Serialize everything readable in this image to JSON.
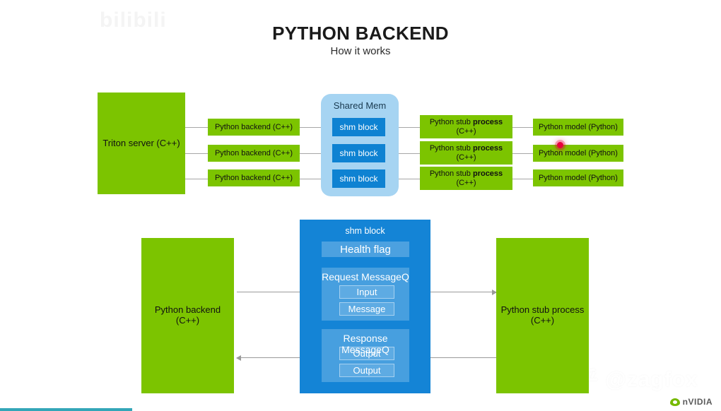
{
  "slide": {
    "title": "PYTHON BACKEND",
    "subtitle": "How it works"
  },
  "watermarks": {
    "bilibili_text": "bilibili",
    "zhihu_cjk": "知乎",
    "zhihu_handle": "@zagfox",
    "nvidia_text": "nVIDIA",
    "tv_icon": "bilibili-tv-icon"
  },
  "player": {
    "progress_percent": 18.3
  },
  "top_diagram": {
    "triton": {
      "label": "Triton server (C++)"
    },
    "backends": [
      {
        "label": "Python backend (C++)"
      },
      {
        "label": "Python backend (C++)"
      },
      {
        "label": "Python backend (C++)"
      }
    ],
    "shared_mem": {
      "title": "Shared Mem",
      "blocks": [
        {
          "label": "shm block"
        },
        {
          "label": "shm block"
        },
        {
          "label": "shm block"
        }
      ]
    },
    "stubs": [
      {
        "line1_prefix": "Python stub ",
        "line1_bold": "process",
        "line2": "(C++)"
      },
      {
        "line1_prefix": "Python stub ",
        "line1_bold": "process",
        "line2": "(C++)"
      },
      {
        "line1_prefix": "Python stub ",
        "line1_bold": "process",
        "line2": "(C++)"
      }
    ],
    "models": [
      {
        "label": "Python model (Python)"
      },
      {
        "label": "Python model (Python)"
      },
      {
        "label": "Python model (Python)"
      }
    ]
  },
  "bottom_diagram": {
    "left_box": {
      "line1": "Python backend",
      "line2": "(C++)"
    },
    "right_box": {
      "line1": "Python stub process",
      "line2": "(C++)"
    },
    "shm_block": {
      "title": "shm block",
      "health_flag": "Health flag",
      "request_queue": {
        "title": "Request MessageQ",
        "slots": [
          "Input",
          "Message"
        ]
      },
      "response_queue": {
        "title": "Response MessageQ",
        "slots": [
          "Output",
          "Output"
        ]
      }
    }
  },
  "colors": {
    "nvidia_green": "#7cc400",
    "shm_blue": "#0e82d2",
    "panel_blue": "#1484d6",
    "shared_mem_bg": "#a6d4f2",
    "progress_teal": "#33a6b8",
    "cursor_red": "#e8003c"
  }
}
